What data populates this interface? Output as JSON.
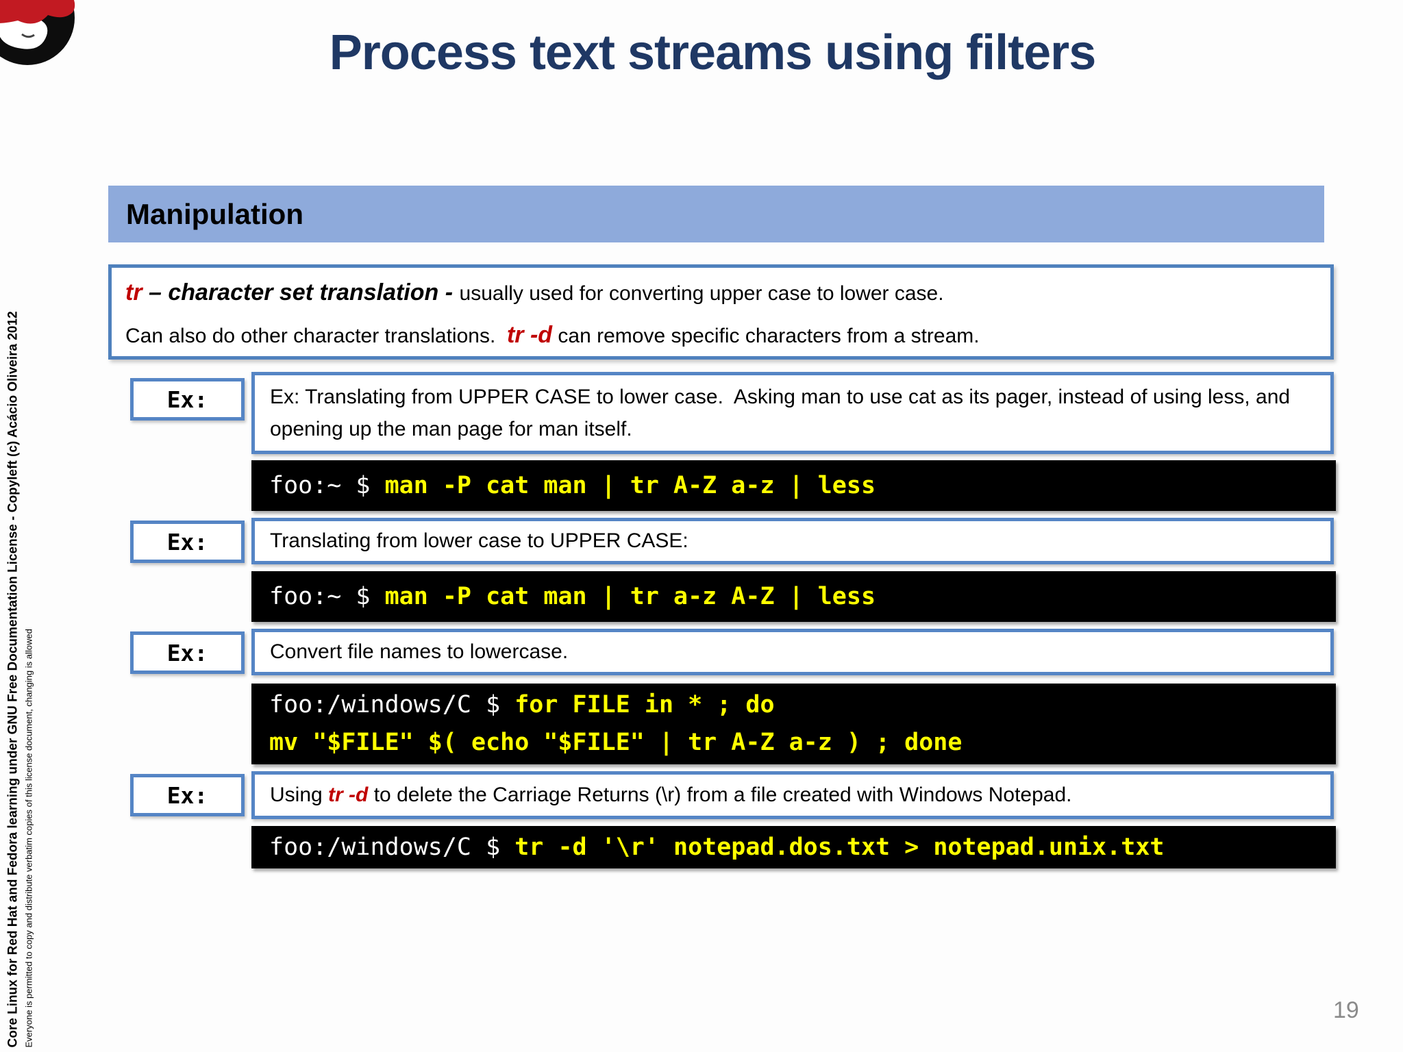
{
  "colors": {
    "title_navy": "#1f3864",
    "banner_blue": "#8eaadb",
    "box_border_blue": "#5585c5",
    "keyword_red": "#c00000",
    "terminal_bg": "#000000",
    "terminal_prompt": "#ffffff",
    "terminal_command_yellow": "#ffff00",
    "page_number_gray": "#8a8a8a"
  },
  "title": "Process text streams using filters",
  "page_number": "19",
  "section_label": "Manipulation",
  "sidebar": {
    "line1": "Core Linux for Red Hat and Fedora learning under GNU Free Documentation License  - Copyleft (c) Acácio Oliveira 2012",
    "line2": "Everyone is permitted to copy and distribute verbatim copies of this license document, changing is allowed"
  },
  "description": {
    "term": "tr ",
    "heading": "– character set translation - ",
    "line1_rest": "usually used for converting upper case to lower case.",
    "line2_pre": "Can also do other character translations.  ",
    "term2": "tr -d",
    "line2_post": " can remove specific characters from a stream."
  },
  "examples": [
    {
      "label": "Ex:",
      "desc": "Ex: Translating from UPPER CASE to lower case.  Asking man to use cat as its pager, instead of using less, and opening up the man page for man itself.",
      "terminal": [
        {
          "prompt": "foo:~ $ ",
          "command": "man -P cat man | tr A-Z a-z | less"
        }
      ]
    },
    {
      "label": "Ex:",
      "desc": "Translating from lower case to UPPER CASE:",
      "terminal": [
        {
          "prompt": "foo:~ $ ",
          "command": "man -P cat man | tr a-z A-Z | less"
        }
      ]
    },
    {
      "label": "Ex:",
      "desc": "Convert file names to lowercase.",
      "terminal": [
        {
          "prompt": "foo:/windows/C $ ",
          "command": "for FILE in * ; do"
        },
        {
          "prompt": "",
          "command": "mv \"$FILE\" $( echo \"$FILE\" | tr A-Z a-z ) ; done"
        }
      ]
    },
    {
      "label": "Ex:",
      "desc_pre": "Using ",
      "desc_red": "tr -d",
      "desc_post": " to delete the Carriage Returns (\\r) from a file created with Windows Notepad.",
      "terminal": [
        {
          "prompt": "foo:/windows/C $ ",
          "command": "tr -d '\\r' notepad.dos.txt > notepad.unix.txt"
        }
      ]
    }
  ]
}
